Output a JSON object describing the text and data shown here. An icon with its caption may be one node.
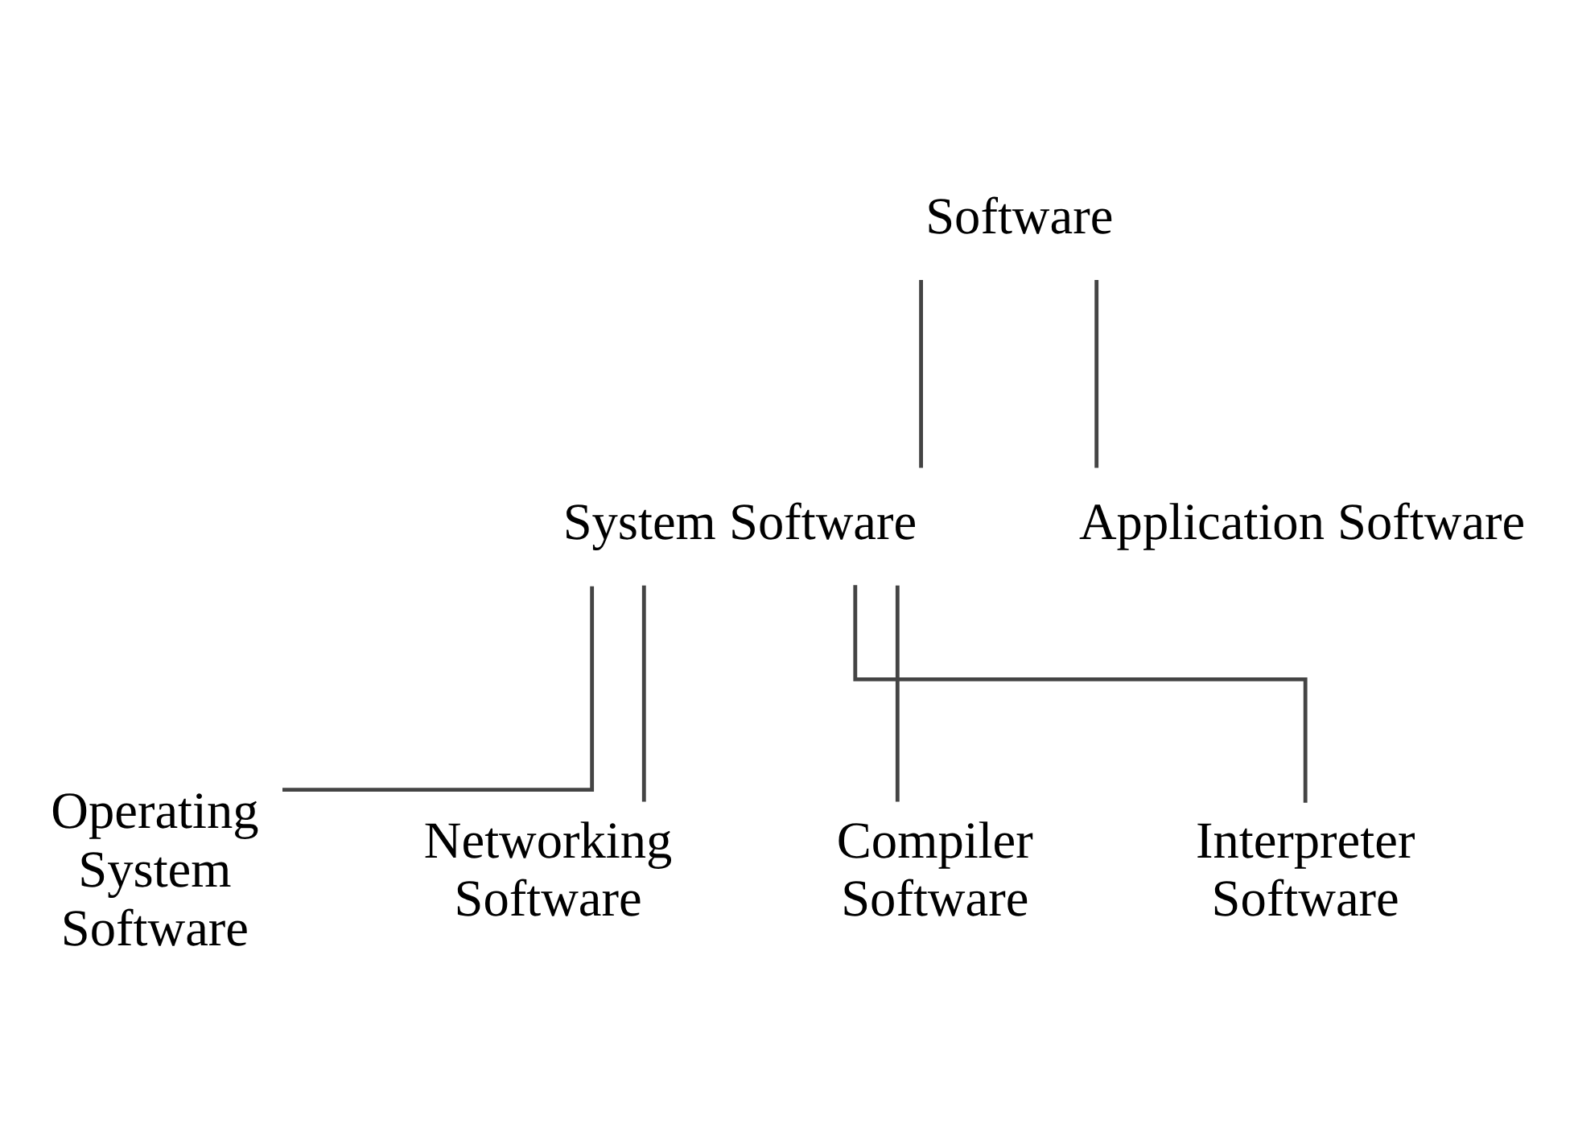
{
  "diagram": {
    "nodes": [
      {
        "text": [
          "Software"
        ]
      },
      {
        "text": [
          "System Software"
        ]
      },
      {
        "text": [
          "Application Software"
        ]
      },
      {
        "text": [
          "Operating System Software"
        ]
      },
      {
        "text": [
          "Networking Software"
        ]
      },
      {
        "text": [
          "Compiler Software"
        ]
      },
      {
        "text": [
          "Interpreter Software"
        ]
      }
    ],
    "edges": [
      {
        "from": 0,
        "to": 1,
        "arrow": "none"
      },
      {
        "from": 0,
        "to": 2,
        "arrow": "none"
      },
      {
        "from": 1,
        "to": 3,
        "arrow": "none"
      },
      {
        "from": 1,
        "to": 4,
        "arrow": "none"
      },
      {
        "from": 1,
        "to": 5,
        "arrow": "none"
      },
      {
        "from": 1,
        "to": 6,
        "arrow": "none"
      }
    ]
  }
}
